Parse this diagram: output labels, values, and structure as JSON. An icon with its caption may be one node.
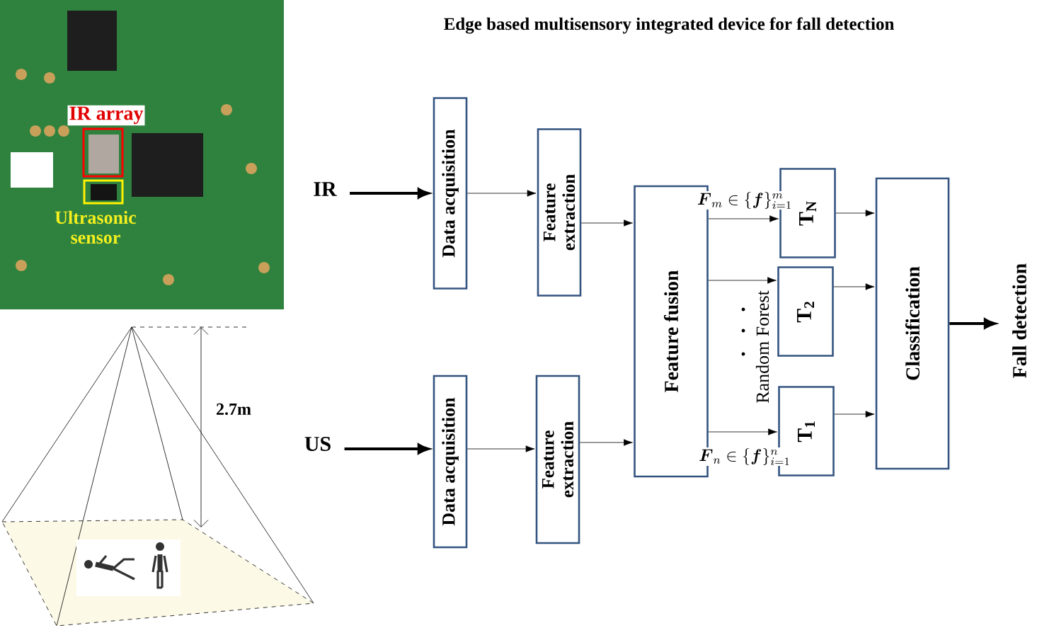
{
  "diagram": {
    "title": "Edge based multisensory integrated  device for fall detection",
    "nodes": [
      {
        "text": [
          "IR"
        ]
      },
      {
        "text": [
          "Data acquisition"
        ]
      },
      {
        "text": [
          "Feature extraction"
        ]
      },
      {
        "text": [
          "US"
        ]
      },
      {
        "text": [
          "Data acquisition"
        ]
      },
      {
        "text": [
          "Feature extraction"
        ]
      },
      {
        "text": [
          "Feature fusion"
        ]
      },
      {
        "text": [
          "T$_{N}$"
        ]
      },
      {
        "text": [
          "T$_{2}$"
        ]
      },
      {
        "text": [
          "T$_{1}$"
        ]
      },
      {
        "text": [
          "Classification"
        ]
      },
      {
        "text": [
          "Fall detection"
        ]
      }
    ],
    "edges": [
      {
        "from": 0,
        "to": 1,
        "arrow": "to",
        "style": "thick"
      },
      {
        "from": 1,
        "to": 2,
        "arrow": "to"
      },
      {
        "from": 2,
        "to": 6,
        "arrow": "to"
      },
      {
        "from": 3,
        "to": 4,
        "arrow": "to",
        "style": "thick"
      },
      {
        "from": 4,
        "to": 5,
        "arrow": "to"
      },
      {
        "from": 5,
        "to": 6,
        "arrow": "to"
      },
      {
        "from": 6,
        "to": 7,
        "arrow": "to",
        "label": "\\boldsymbol{F}_{m}\\in\\{\\boldsymbol{f}\\}_{i=1}^{m}"
      },
      {
        "from": 6,
        "to": 8,
        "arrow": "to"
      },
      {
        "from": 6,
        "to": 9,
        "arrow": "to",
        "label": "\\boldsymbol{F}_{n}\\in\\{\\boldsymbol{f}\\}_{i=1}^{n}"
      },
      {
        "from": 7,
        "to": 10,
        "arrow": "to"
      },
      {
        "from": 8,
        "to": 10,
        "arrow": "to"
      },
      {
        "from": 9,
        "to": 10,
        "arrow": "to"
      },
      {
        "from": 10,
        "to": 11,
        "arrow": "to",
        "style": "thick"
      }
    ],
    "labels": [
      "IR array",
      "Ultrasonic sensor",
      "Random Forest",
      "2.7m"
    ]
  }
}
